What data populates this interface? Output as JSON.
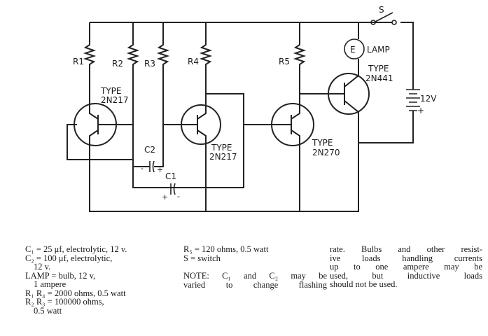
{
  "schematic": {
    "labels": {
      "r1": "R1",
      "r2": "R2",
      "r3": "R3",
      "r4": "R4",
      "r5": "R5",
      "c1": "C1",
      "c2": "C2",
      "switch": "S",
      "lamp": "LAMP",
      "lamp_symbol": "E",
      "battery": "12V",
      "plus": "+",
      "minus": "-",
      "q1_type": "TYPE",
      "q1_part": "2N217",
      "q2_type": "TYPE",
      "q2_part": "2N217",
      "q3_type": "TYPE",
      "q3_part": "2N270",
      "q4_type": "TYPE",
      "q4_part": "2N441"
    }
  },
  "notes": {
    "col1": [
      "C₁ = 25 μf, electrolytic, 12 v.",
      "C₂ = 100 μf, electrolytic,",
      "12 v.",
      "LAMP = bulb, 12 v,",
      "1 ampere",
      "R₁ R₄ = 2000 ohms, 0.5 watt",
      "R₂ R₃ = 100000 ohms,",
      "0.5 watt"
    ],
    "col2": [
      "R₅ = 120 ohms, 0.5 watt",
      "S = switch",
      "NOTE: C₁ and C₂ may be",
      "varied to change flashing"
    ],
    "col3": [
      "rate. Bulbs and other resist-",
      "ive loads handling currents",
      "up to one ampere may be",
      "used, but inductive loads",
      "should not be used."
    ]
  }
}
